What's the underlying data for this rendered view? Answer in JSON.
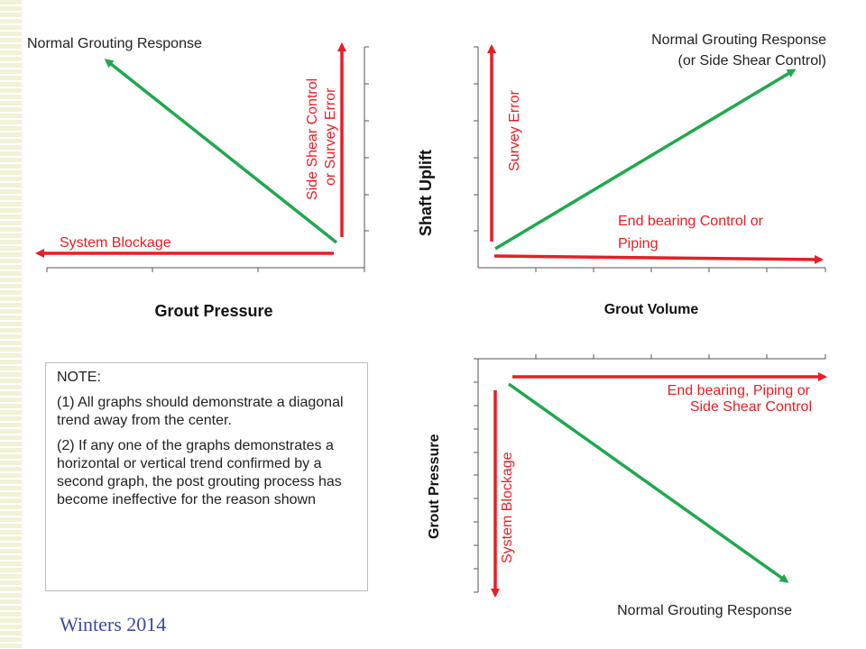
{
  "colors": {
    "red": "#e81d25",
    "green": "#1fa84e",
    "axis": "#555555",
    "text": "#222222"
  },
  "graph1": {
    "xlabel": "Grout Pressure",
    "normal": "Normal Grouting Response",
    "side_line1": "Side Shear Control",
    "side_line2": "or Survey Error",
    "blockage": "System Blockage"
  },
  "graph2": {
    "ylabel": "Shaft Uplift",
    "xlabel": "Grout Volume",
    "normal_line1": "Normal Grouting Response",
    "normal_line2": "(or Side Shear Control)",
    "survey": "Survey Error",
    "end_line1": "End bearing Control or",
    "end_line2": "Piping"
  },
  "graph3": {
    "ylabel": "Grout Pressure",
    "blockage": "System Blockage",
    "end_line1": "End bearing, Piping or",
    "end_line2": "Side Shear Control",
    "normal": "Normal Grouting Response"
  },
  "note": {
    "title": "NOTE:",
    "p1": "(1) All graphs should demonstrate a diagonal trend away from the center.",
    "p2": "(2) If any one of the graphs demonstrates a horizontal or vertical trend confirmed by a second graph, the post grouting process has become ineffective for the reason shown"
  },
  "signature": "Winters 2014"
}
